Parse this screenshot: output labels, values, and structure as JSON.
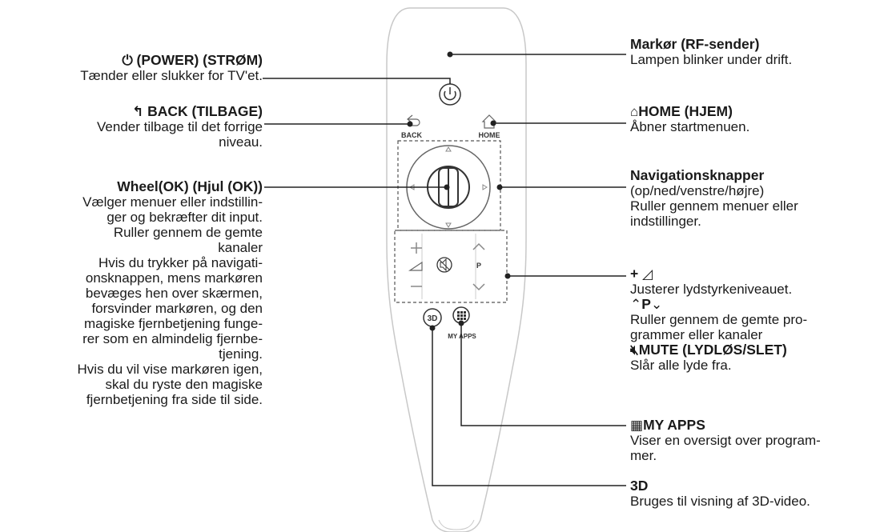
{
  "left": {
    "power": {
      "title": "(POWER) (STRØM)",
      "desc": "Tænder eller slukker for TV'et."
    },
    "back": {
      "title": "BACK (TILBAGE)",
      "desc1": "Vender tilbage til det forrige",
      "desc2": "niveau."
    },
    "wheel": {
      "title": "Wheel(OK) (Hjul (OK))",
      "lines": [
        "Vælger menuer eller indstillin-",
        "ger og bekræfter dit input.",
        "Ruller gennem de gemte",
        "kanaler",
        "Hvis du trykker på navigati-",
        "onsknappen, mens markøren",
        "bevæges hen over skærmen,",
        "forsvinder markøren, og den",
        "magiske fjernbetjening funge-",
        "rer som en almindelig fjernbe-",
        "tjening.",
        "Hvis du vil vise markøren igen,",
        "skal du ryste den magiske",
        "fjernbetjening fra side til side."
      ]
    }
  },
  "right": {
    "marker": {
      "title": "Markør (RF-sender)",
      "desc": "Lampen blinker under drift."
    },
    "home": {
      "title": "HOME (HJEM)",
      "desc": "Åbner startmenuen."
    },
    "nav": {
      "title": "Navigationsknapper",
      "lines": [
        "(op/ned/venstre/højre)",
        "Ruller gennem menuer eller",
        "indstillinger."
      ]
    },
    "volume": {
      "title": "+",
      "desc": "Justerer lydstyrkeniveauet.",
      "p_title": "P",
      "p_lines": [
        "Ruller gennem de gemte pro-",
        "grammer eller kanaler"
      ],
      "mute_title": "MUTE (LYDLØS/SLET)",
      "mute_desc": "Slår alle lyde fra."
    },
    "myapps": {
      "title": "MY APPS",
      "lines": [
        "Viser en oversigt over program-",
        "mer."
      ]
    },
    "three_d": {
      "title": "3D",
      "desc": "Bruges til visning af 3D-video."
    }
  },
  "remote": {
    "back_label": "BACK",
    "home_label": "HOME",
    "p_label": "P",
    "three_d_label": "3D",
    "myapps_label": "MY APPS"
  }
}
